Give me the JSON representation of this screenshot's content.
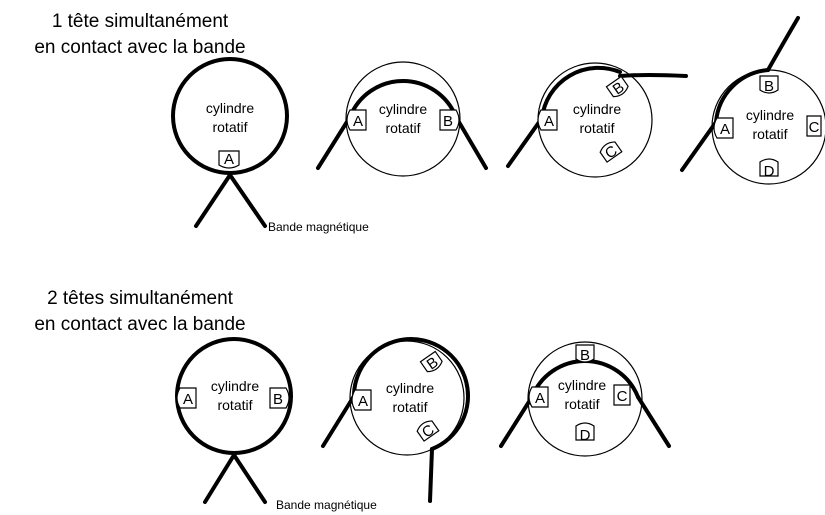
{
  "sections": [
    {
      "title_line1": "1 tête simultanément",
      "title_line2": "en contact avec la bande"
    },
    {
      "title_line1": "2 têtes simultanément",
      "title_line2": "en contact avec la bande"
    }
  ],
  "cylinder_label_line1": "cylindre",
  "cylinder_label_line2": "rotatif",
  "tape_label": "Bande magnétique",
  "heads": {
    "a": "A",
    "b": "B",
    "c": "C",
    "d": "D"
  }
}
